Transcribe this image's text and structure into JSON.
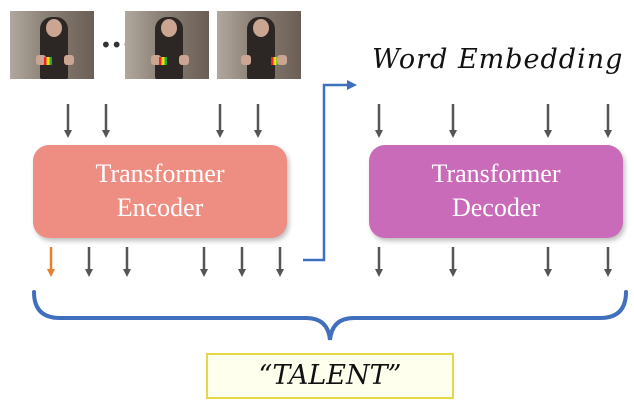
{
  "encoder": {
    "line1": "Transformer",
    "line2": "Encoder"
  },
  "decoder": {
    "line1": "Transformer",
    "line2": "Decoder"
  },
  "word_embedding_label": "Word Embedding",
  "frame_ellipsis": "•••",
  "output_label": "“TALENT”",
  "colors": {
    "encoder": "#ee8e82",
    "decoder": "#c96bb9",
    "arrow": "#555555",
    "highlight_arrow": "#e87f2c",
    "brace": "#3f6fbd",
    "output_box_border": "#e6d64a",
    "output_box_fill": "#ffffee"
  }
}
